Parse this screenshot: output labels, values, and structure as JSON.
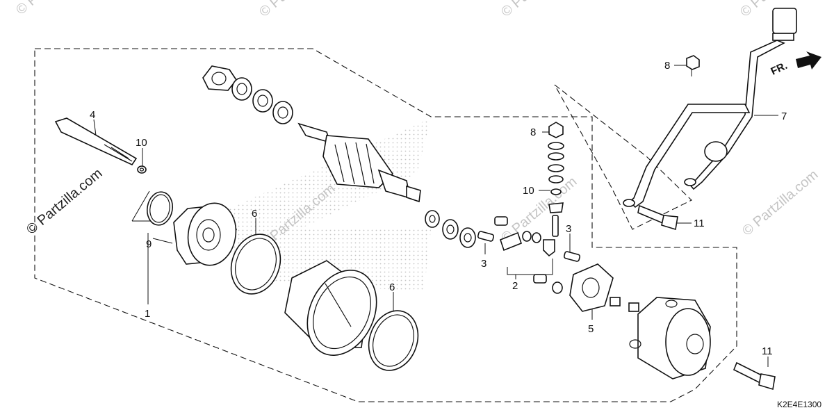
{
  "diagram": {
    "code": "K2E4E1300",
    "direction_label": "FR.",
    "watermark": "© Partzilla.com",
    "callouts": {
      "c1": "1",
      "c2": "2",
      "c3a": "3",
      "c3b": "3",
      "c4": "4",
      "c5": "5",
      "c6a": "6",
      "c6b": "6",
      "c7": "7",
      "c8a": "8",
      "c8b": "8",
      "c9": "9",
      "c10a": "10",
      "c10b": "10",
      "c11a": "11",
      "c11b": "11"
    }
  }
}
